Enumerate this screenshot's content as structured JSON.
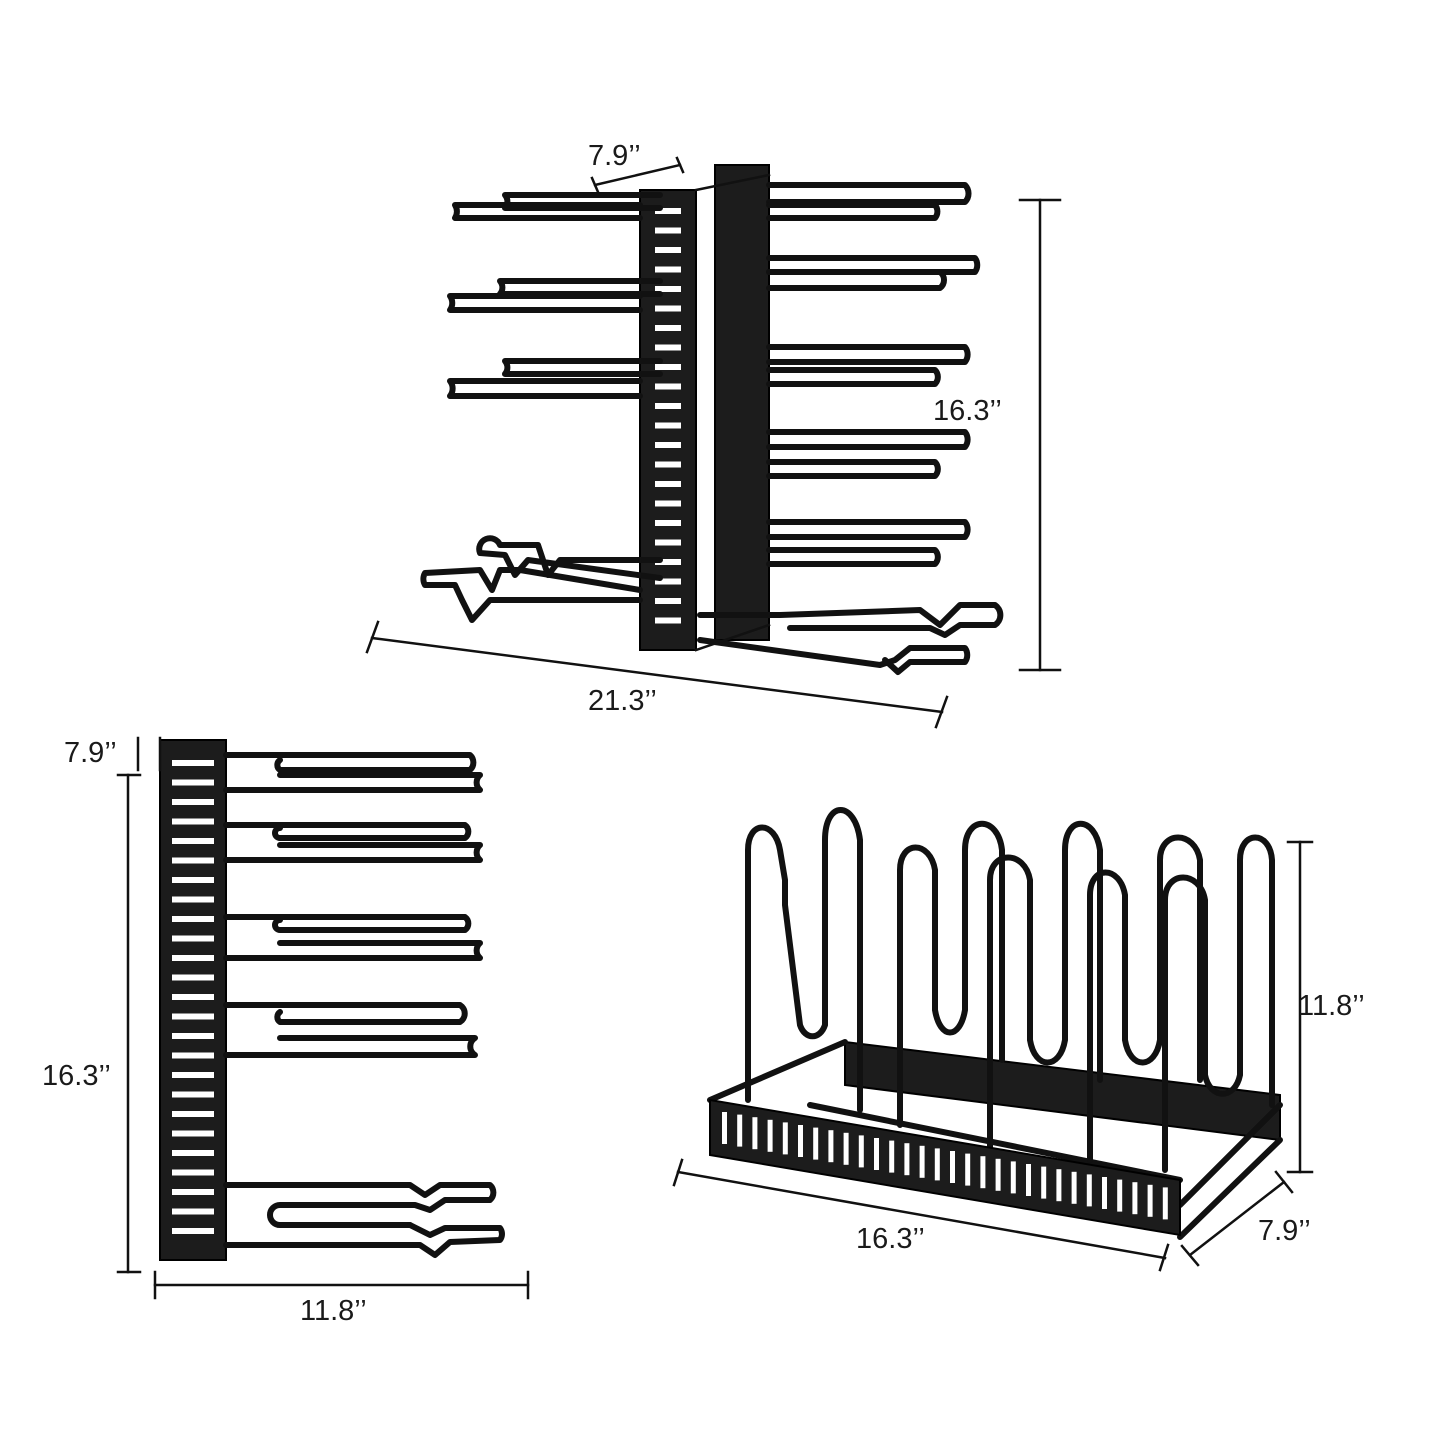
{
  "views": {
    "top_view": {
      "depth_label": "7.9’’",
      "height_label": "16.3’’",
      "width_label": "21.3’’"
    },
    "side_view": {
      "depth_label": "7.9’’",
      "height_label": "16.3’’",
      "width_label": "11.8’’"
    },
    "flat_view": {
      "height_label": "11.8’’",
      "length_label": "16.3’’",
      "depth_label": "7.9’’"
    }
  },
  "colors": {
    "metal": "#111111",
    "background": "#ffffff"
  }
}
